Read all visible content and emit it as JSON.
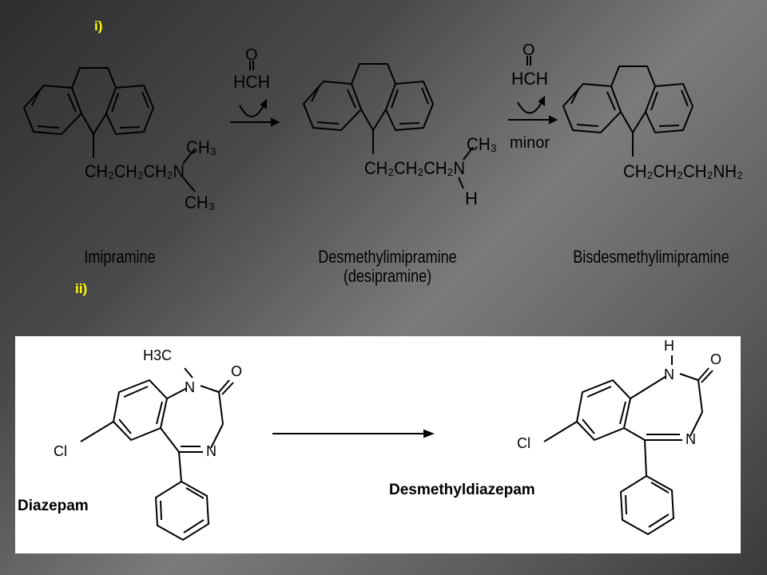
{
  "labels": {
    "part1": "i)",
    "part2": "ii)"
  },
  "reaction1": {
    "molecules": [
      {
        "name": "Imipramine",
        "chain": "CH₂CH₂CH₂N",
        "methyl_top": "CH₃",
        "methyl_bottom": "CH₃"
      },
      {
        "name": "Desmethylimipramine",
        "subname": "(desipramine)",
        "chain": "CH₂CH₂CH₂N",
        "methyl_top": "CH₃",
        "hydrogen": "H"
      },
      {
        "name": "Bisdesmethylimipramine",
        "chain": "CH₂CH₂CH₂NH₂"
      }
    ],
    "arrows": [
      {
        "reagent_top": "O",
        "reagent": "HCH",
        "condition": ""
      },
      {
        "reagent_top": "O",
        "reagent": "HCH",
        "condition": "minor"
      }
    ]
  },
  "reaction2": {
    "molecules": [
      {
        "name": "Diazepam",
        "atoms": {
          "methyl": "H3C",
          "n1": "N",
          "o": "O",
          "n4": "N",
          "cl": "Cl"
        }
      },
      {
        "name": "Desmethyldiazepam",
        "atoms": {
          "h": "H",
          "n1": "N",
          "o": "O",
          "n4": "N",
          "cl": "Cl"
        }
      }
    ]
  },
  "colors": {
    "label": "#ffff00",
    "structure": "#000000",
    "panel": "#ffffff"
  }
}
